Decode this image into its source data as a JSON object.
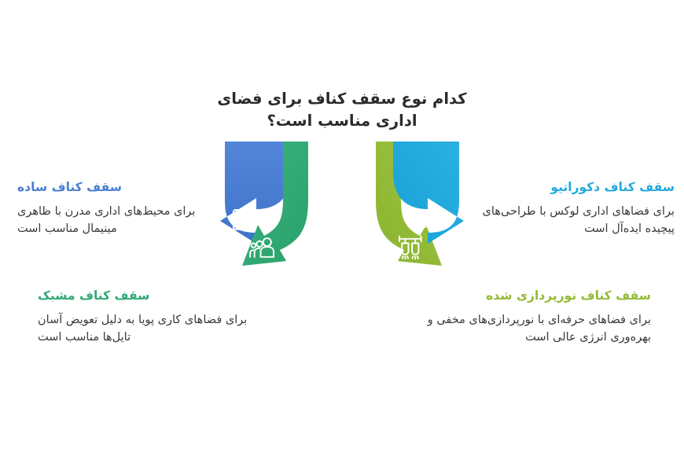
{
  "page": {
    "background_color": "#ffffff",
    "language": "fa",
    "direction": "rtl"
  },
  "title": {
    "text": "کدام نوع سقف کناف برای فضای اداری مناسب است؟",
    "color": "#2b2b2b"
  },
  "colors": {
    "blue": "#4a7fd0",
    "blue_dark": "#3f73c8",
    "green": "#2fa876",
    "green_dark": "#2a9e6c",
    "olive": "#93bb37",
    "olive_dark": "#8cb431",
    "cyan": "#23a9dd",
    "cyan_dark": "#1ba0d6",
    "text": "#3a3a3a",
    "icon": "#ffffff"
  },
  "options": {
    "plain": {
      "heading": "سقف کناف ساده",
      "description": "برای محیط‌های اداری مدرن با ظاهری مینیمال مناسب است",
      "color": "#4a7fd0",
      "icon": "floor-plan-icon",
      "arrow_direction": "left"
    },
    "decorative": {
      "heading": "سقف کناف دکوراتیو",
      "description": "برای فضاهای اداری لوکس با طراحی‌های پیچیده ایده‌آل است",
      "color": "#23a9dd",
      "icon": "chandelier-icon",
      "arrow_direction": "right"
    },
    "grid": {
      "heading": "سقف کناف مشبک",
      "description": "برای فضاهای کاری پویا به دلیل تعویض آسان تایل‌ها مناسب است",
      "color": "#2fa876",
      "icon": "people-group-icon",
      "arrow_direction": "down"
    },
    "lighting": {
      "heading": "سقف کناف نورپردازی شده",
      "description": "برای فضاهای حرفه‌ای با نورپردازی‌های مخفی و بهره‌وری انرژی عالی است",
      "color": "#93bb37",
      "icon": "pendant-lights-icon",
      "arrow_direction": "down"
    }
  }
}
